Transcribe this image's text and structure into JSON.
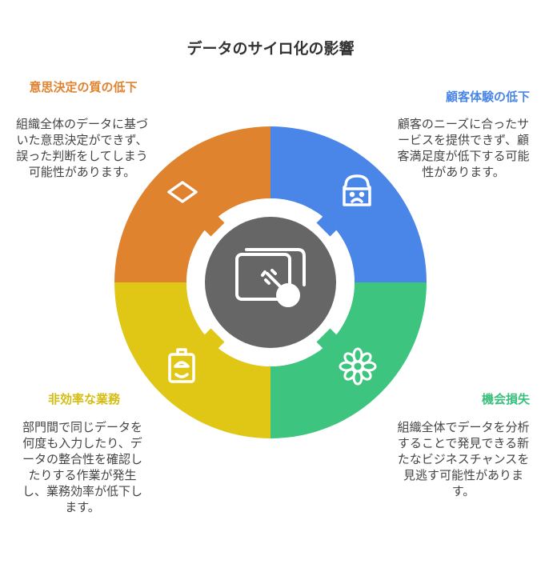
{
  "title": "データのサイロ化の影響",
  "quadrants": [
    {
      "heading": "意思決定の質の低下",
      "text": "組織全体のデータに基づいた意思決定ができず、誤った判断をしてしまう可能性があります。",
      "color": "#E0832F",
      "icon": "diamond-icon"
    },
    {
      "heading": "顧客体験の低下",
      "text": "顧客のニーズに合ったサービスを提供できず、顧客満足度が低下する可能性があります。",
      "color": "#4A86E8",
      "icon": "sad-face-icon"
    },
    {
      "heading": "非効率な業務",
      "text": "部門間で同じデータを何度も入力したり、データの整合性を確認したりする作業が発生し、業務効率が低下します。",
      "color": "#E0C716",
      "icon": "worker-badge-icon"
    },
    {
      "heading": "機会損失",
      "text": "組織全体でデータを分析することで発見できる新たなビジネスチャンスを見逃す可能性があります。",
      "color": "#3DC47E",
      "icon": "flower-icon"
    }
  ],
  "center_icon": "click-pointer-icon",
  "center_color": "#666666"
}
